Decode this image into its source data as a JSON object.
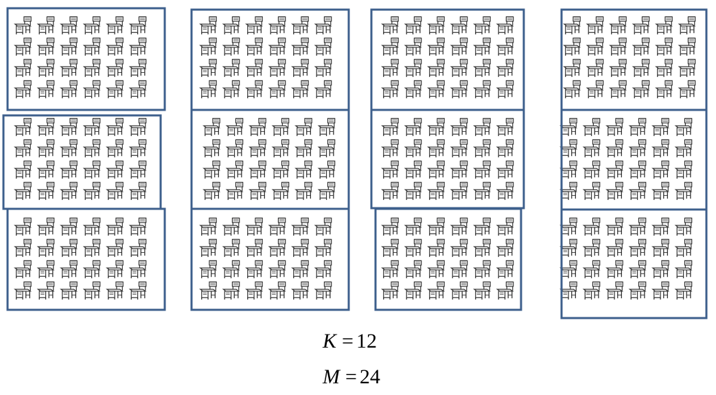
{
  "figure": {
    "icon": "school-desk-icon",
    "box_border_color": "#3d5f8c",
    "icon_stroke_color": "#333333",
    "columns": 4,
    "rows_of_boxes": 3,
    "desk_rows_per_box": 4,
    "desks_per_row": 6
  },
  "equations": {
    "k": {
      "variable": "K",
      "sign": "=",
      "value": "12"
    },
    "m": {
      "variable": "M",
      "sign": "=",
      "value": "24"
    }
  }
}
